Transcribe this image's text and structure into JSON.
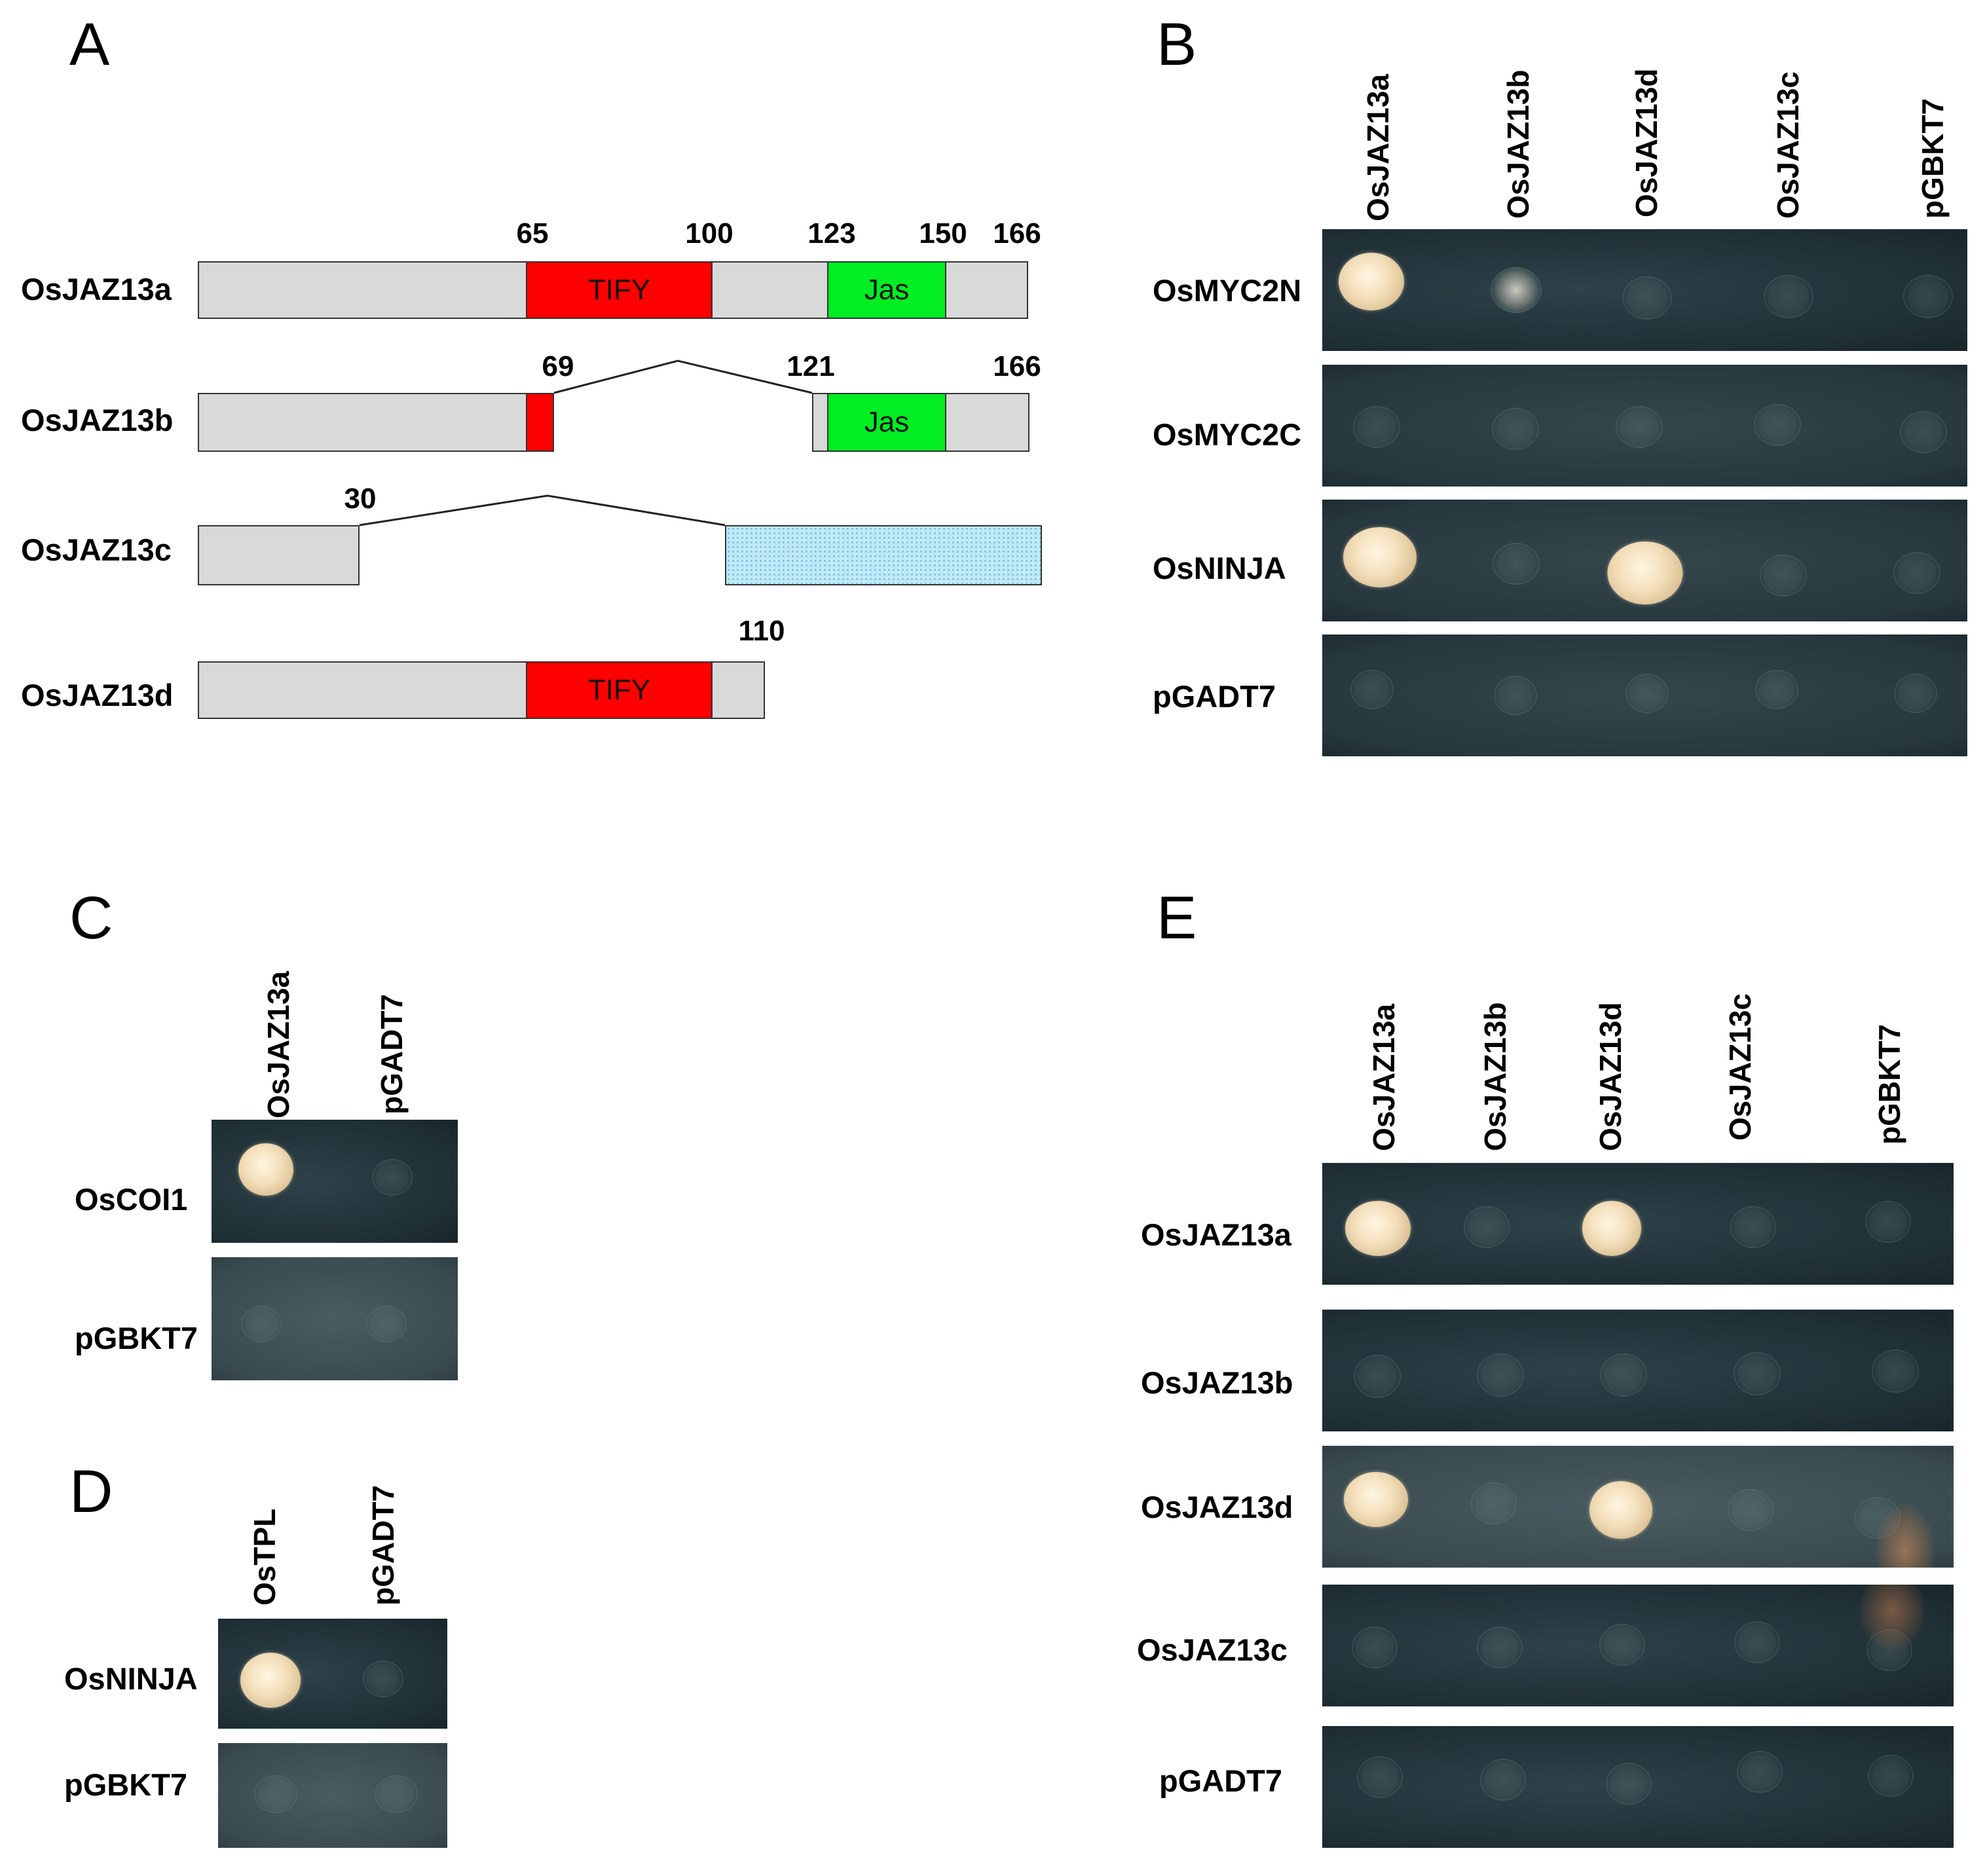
{
  "panels": {
    "a": "A",
    "b": "B",
    "c": "C",
    "d": "D",
    "e": "E"
  },
  "panelA": {
    "rows": [
      {
        "name": "OsJAZ13a"
      },
      {
        "name": "OsJAZ13b"
      },
      {
        "name": "OsJAZ13c"
      },
      {
        "name": "OsJAZ13d"
      }
    ],
    "numbers": {
      "a_65": "65",
      "a_100": "100",
      "a_123": "123",
      "a_150": "150",
      "a_166": "166",
      "b_69": "69",
      "b_121": "121",
      "b_166": "166",
      "c_30": "30",
      "d_110": "110"
    },
    "domains": {
      "tify": "TIFY",
      "jas": "Jas"
    },
    "colors": {
      "tify": "#ff0000",
      "jas": "#00ee22",
      "backbone": "#d9d9d9",
      "alt_exon": "#bfe9f7"
    }
  },
  "panelB": {
    "columns": [
      "OsJAZ13a",
      "OsJAZ13b",
      "OsJAZ13d",
      "OsJAZ13c",
      "pGBKT7"
    ],
    "rows": [
      "OsMYC2N",
      "OsMYC2C",
      "OsNINJA",
      "pGADT7"
    ]
  },
  "panelC": {
    "columns": [
      "OsJAZ13a",
      "pGADT7"
    ],
    "rows": [
      "OsCOI1",
      "pGBKT7"
    ]
  },
  "panelD": {
    "columns": [
      "OsTPL",
      "pGADT7"
    ],
    "rows": [
      "OsNINJA",
      "pGBKT7"
    ]
  },
  "panelE": {
    "columns": [
      "OsJAZ13a",
      "OsJAZ13b",
      "OsJAZ13d",
      "OsJAZ13c",
      "pGBKT7"
    ],
    "rows": [
      "OsJAZ13a",
      "OsJAZ13b",
      "OsJAZ13d",
      "OsJAZ13c",
      "pGADT7"
    ]
  }
}
